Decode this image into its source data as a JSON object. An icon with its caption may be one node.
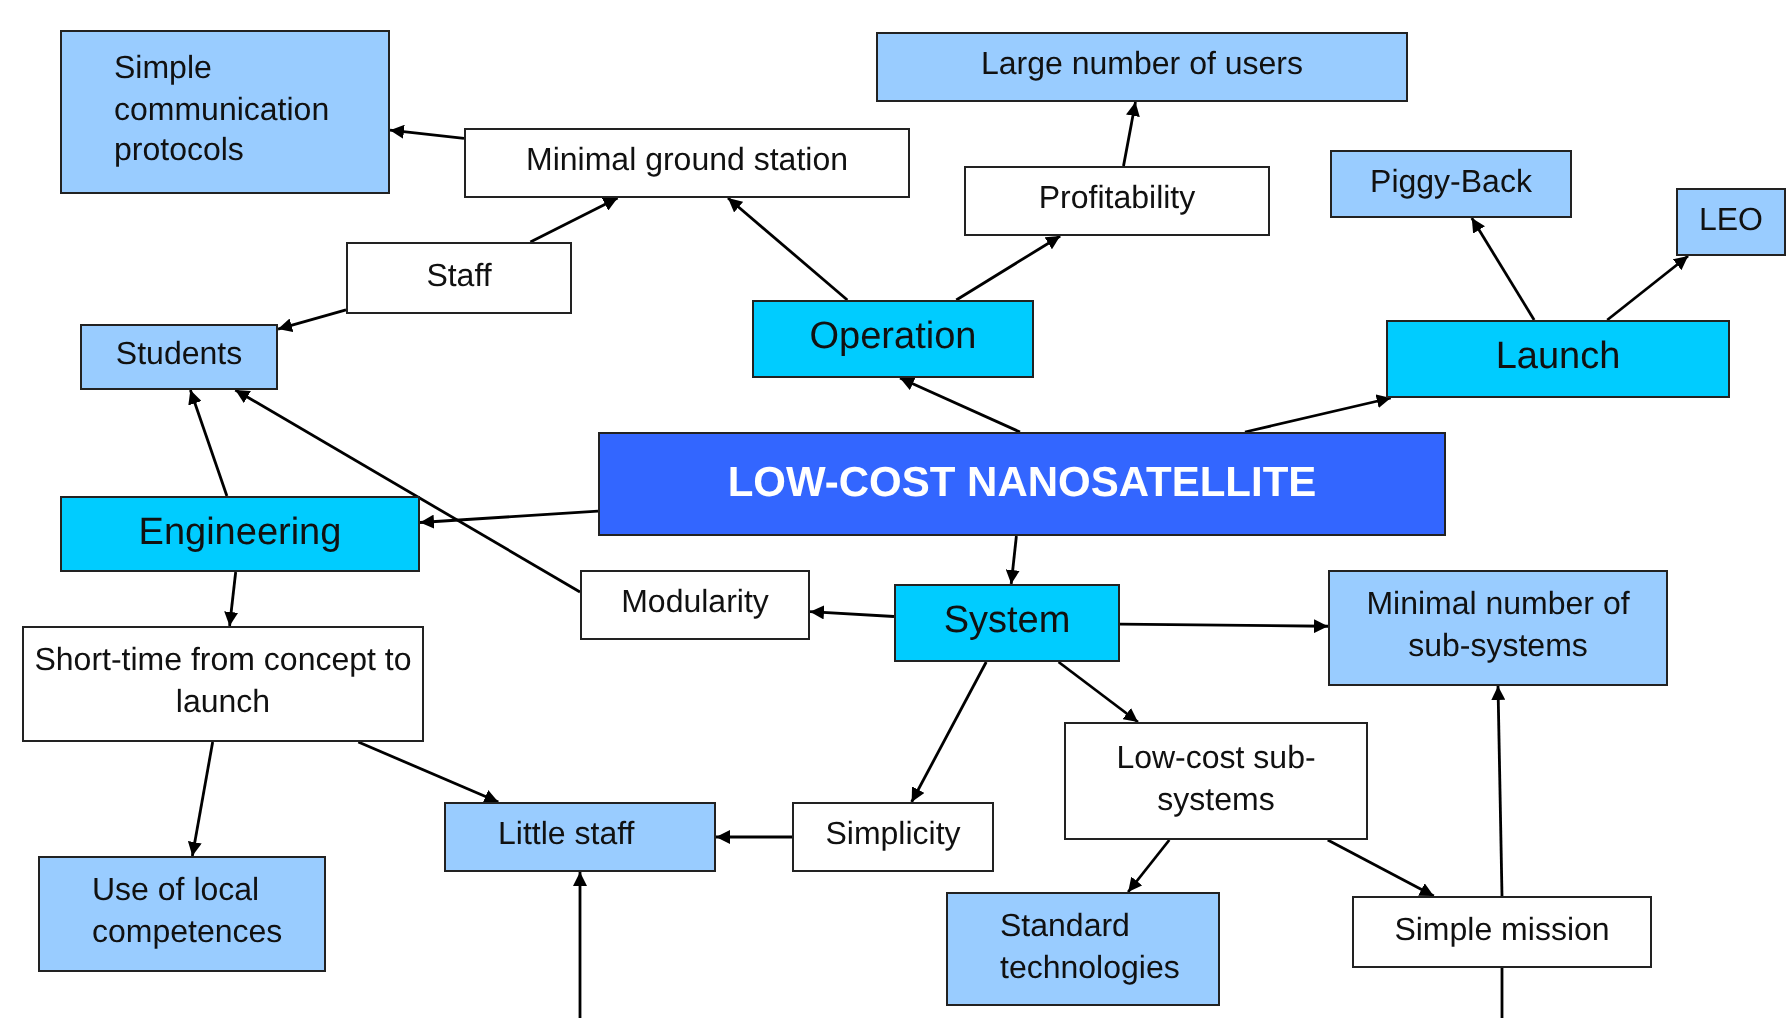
{
  "diagram": {
    "nodes": [
      {
        "text": [
          "Simple communication protocols"
        ]
      },
      {
        "text": [
          "Minimal ground station"
        ]
      },
      {
        "text": [
          "Large number of users"
        ]
      },
      {
        "text": [
          "Profitability"
        ]
      },
      {
        "text": [
          "Piggy-Back"
        ]
      },
      {
        "text": [
          "LEO"
        ]
      },
      {
        "text": [
          "Staff"
        ]
      },
      {
        "text": [
          "Operation"
        ]
      },
      {
        "text": [
          "Students"
        ]
      },
      {
        "text": [
          "Launch"
        ]
      },
      {
        "text": [
          "LOW-COST NANOSATELLITE"
        ]
      },
      {
        "text": [
          "Engineering"
        ]
      },
      {
        "text": [
          "Modularity"
        ]
      },
      {
        "text": [
          "System"
        ]
      },
      {
        "text": [
          "Minimal number of sub-systems"
        ]
      },
      {
        "text": [
          "Short-time from concept to launch"
        ]
      },
      {
        "text": [
          "Low-cost sub-systems"
        ]
      },
      {
        "text": [
          "Little staff"
        ]
      },
      {
        "text": [
          "Simplicity"
        ]
      },
      {
        "text": [
          "Use of local competences"
        ]
      },
      {
        "text": [
          "Standard technologies"
        ]
      },
      {
        "text": [
          "Simple mission"
        ]
      }
    ],
    "edges": [
      {
        "from": 1,
        "to": 0,
        "arrow": "to"
      },
      {
        "from": 6,
        "to": 1,
        "arrow": "to"
      },
      {
        "from": 7,
        "to": 1,
        "arrow": "to"
      },
      {
        "from": 7,
        "to": 3,
        "arrow": "to"
      },
      {
        "from": 3,
        "to": 2,
        "arrow": "to"
      },
      {
        "from": 6,
        "to": 8,
        "arrow": "to"
      },
      {
        "from": 10,
        "to": 7,
        "arrow": "to"
      },
      {
        "from": 9,
        "to": 4,
        "arrow": "to"
      },
      {
        "from": 9,
        "to": 5,
        "arrow": "to"
      },
      {
        "from": 10,
        "to": 9,
        "arrow": "to"
      },
      {
        "from": 10,
        "to": 11,
        "arrow": "to"
      },
      {
        "from": 11,
        "to": 8,
        "arrow": "to"
      },
      {
        "from": 12,
        "to": 8,
        "arrow": "to"
      },
      {
        "from": 10,
        "to": 13,
        "arrow": "to"
      },
      {
        "from": 13,
        "to": 12,
        "arrow": "to"
      },
      {
        "from": 13,
        "to": 14,
        "arrow": "to"
      },
      {
        "from": 13,
        "to": 16,
        "arrow": "to"
      },
      {
        "from": 13,
        "to": 18,
        "arrow": "to"
      },
      {
        "from": 11,
        "to": 15,
        "arrow": "to"
      },
      {
        "from": 15,
        "to": 19,
        "arrow": "to"
      },
      {
        "from": 15,
        "to": 17,
        "arrow": "to"
      },
      {
        "from": 18,
        "to": 17,
        "arrow": "to"
      },
      {
        "from": 16,
        "to": 20,
        "arrow": "to"
      },
      {
        "from": 16,
        "to": 21,
        "arrow": "to"
      },
      {
        "from": null,
        "to": 17,
        "arrow": "to"
      },
      {
        "from": 21,
        "to": 14,
        "arrow": "to"
      },
      {
        "from": null,
        "to": 21,
        "arrow": "none"
      }
    ]
  }
}
